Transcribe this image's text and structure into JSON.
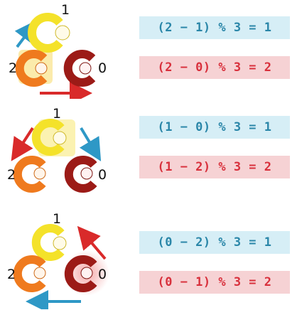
{
  "colors": {
    "blue_text": "#2a86a8",
    "blue_bg": "#d6eef6",
    "red_text": "#d8303c",
    "red_bg": "#f6d2d4",
    "arrow_red": "#d92a2a",
    "arrow_blue": "#2e98c6",
    "paper_yellow": "#f4e22a",
    "scissors_orange": "#ef7a1e",
    "rock_red": "#9c1b17"
  },
  "panels": [
    {
      "labels": {
        "paper": "1",
        "scissors": "2",
        "rock": "0"
      },
      "highlight": "scissors",
      "equations": [
        {
          "text": "(2 − 1) % 3 = 1",
          "tone": "blue"
        },
        {
          "text": "(2 − 0) % 3 = 2",
          "tone": "red"
        }
      ]
    },
    {
      "labels": {
        "paper": "1",
        "scissors": "2",
        "rock": "0"
      },
      "highlight": "paper",
      "equations": [
        {
          "text": "(1 − 0) % 3 = 1",
          "tone": "blue"
        },
        {
          "text": "(1 − 2) % 3 = 2",
          "tone": "red"
        }
      ]
    },
    {
      "labels": {
        "paper": "1",
        "scissors": "2",
        "rock": "0"
      },
      "highlight": "rock",
      "equations": [
        {
          "text": "(0 − 2) % 3 = 1",
          "tone": "blue"
        },
        {
          "text": "(0 − 1) % 3 = 2",
          "tone": "red"
        }
      ]
    }
  ]
}
